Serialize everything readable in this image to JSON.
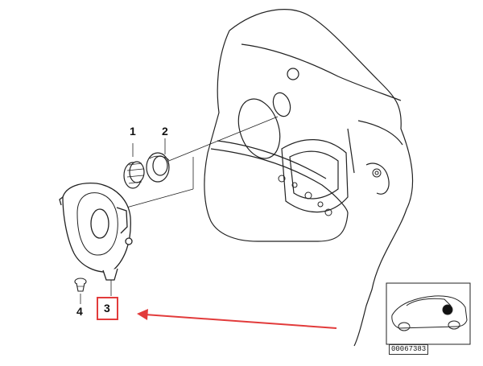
{
  "callouts": [
    {
      "id": "part-1",
      "label": "1"
    },
    {
      "id": "part-2",
      "label": "2"
    },
    {
      "id": "part-3",
      "label": "3"
    },
    {
      "id": "part-4",
      "label": "4"
    }
  ],
  "highlighted_part": "3",
  "inset": {
    "code": "00067383"
  },
  "colors": {
    "line": "#222222",
    "highlight": "#e23b3b",
    "panel_fill": "#ffffff"
  },
  "icons": [
    "speaker-icon",
    "grommet-icon",
    "ring-icon",
    "screw-icon",
    "car-silhouette-icon",
    "arrow-icon"
  ]
}
